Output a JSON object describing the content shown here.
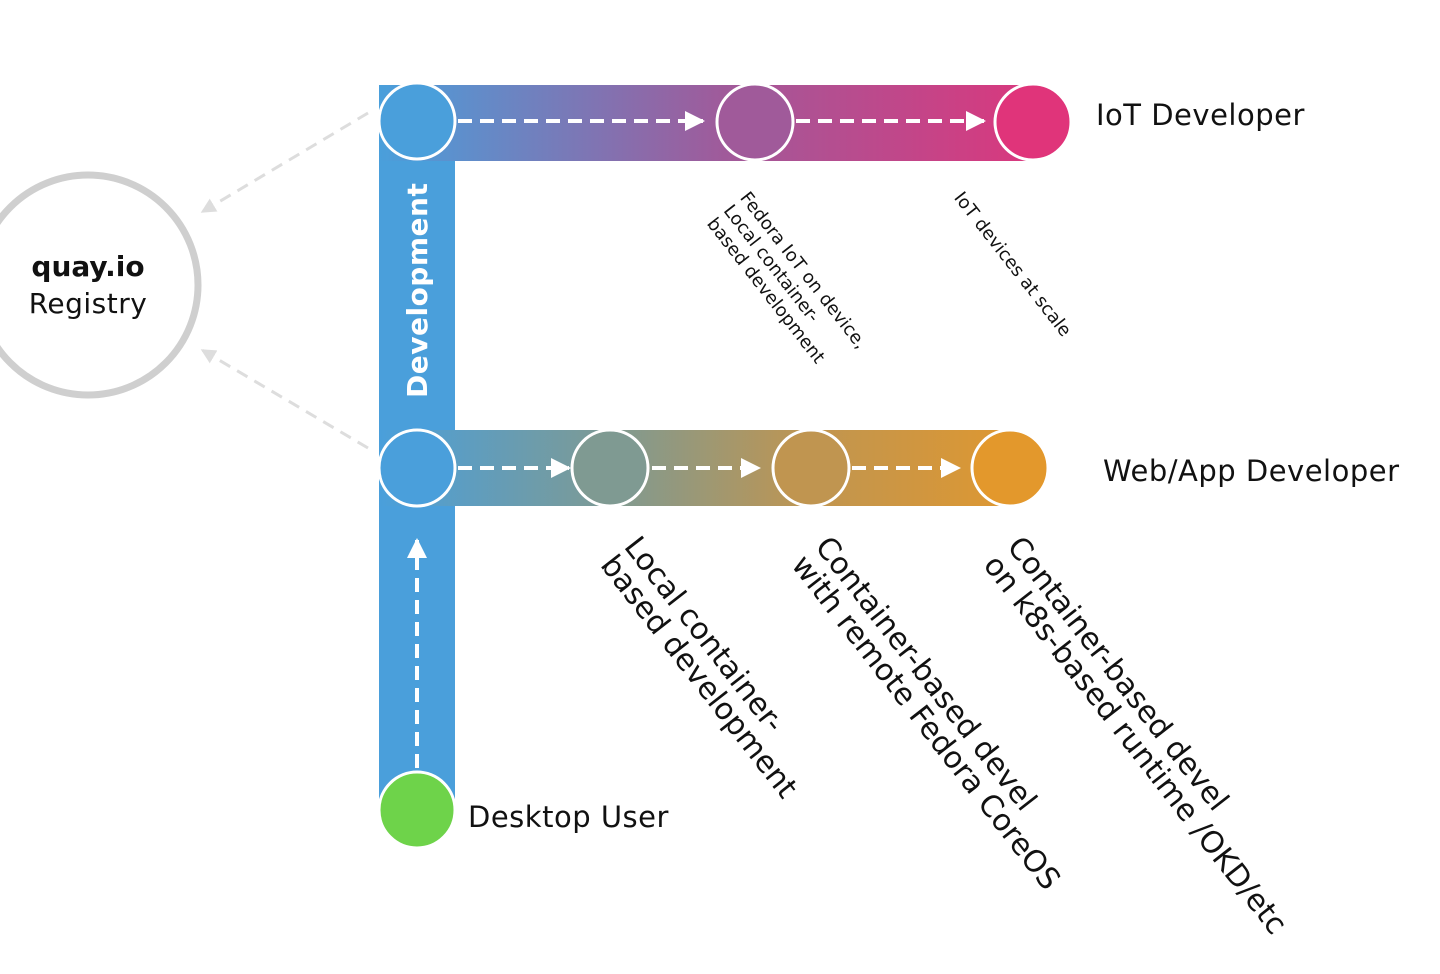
{
  "registry": {
    "name": "quay.io",
    "subtitle": "Registry"
  },
  "track": {
    "label": "Development"
  },
  "roles": {
    "iot": "IoT Developer",
    "web": "Web/App Developer",
    "desktop": "Desktop User"
  },
  "iot_steps": [
    {
      "lines": [
        "Fedora IoT on device,",
        "Local container-",
        "based development"
      ]
    },
    {
      "lines": [
        "IoT devices at scale"
      ]
    }
  ],
  "web_steps": [
    {
      "lines": [
        "Local container-",
        "based development"
      ]
    },
    {
      "lines": [
        "Container-based devel",
        "with remote Fedora CoreOS"
      ]
    },
    {
      "lines": [
        "Container-based devel",
        "on k8s-based runtime /OKD/etc"
      ]
    }
  ],
  "colors": {
    "blue": "#4a9fdb",
    "purple": "#a05a9a",
    "pink": "#e0347a",
    "teal": "#7f9a92",
    "tan": "#c09550",
    "orange": "#e3982c",
    "green": "#6ed34a",
    "registry_ring": "#cfcfcf",
    "dashed_gray": "#dddddd"
  }
}
